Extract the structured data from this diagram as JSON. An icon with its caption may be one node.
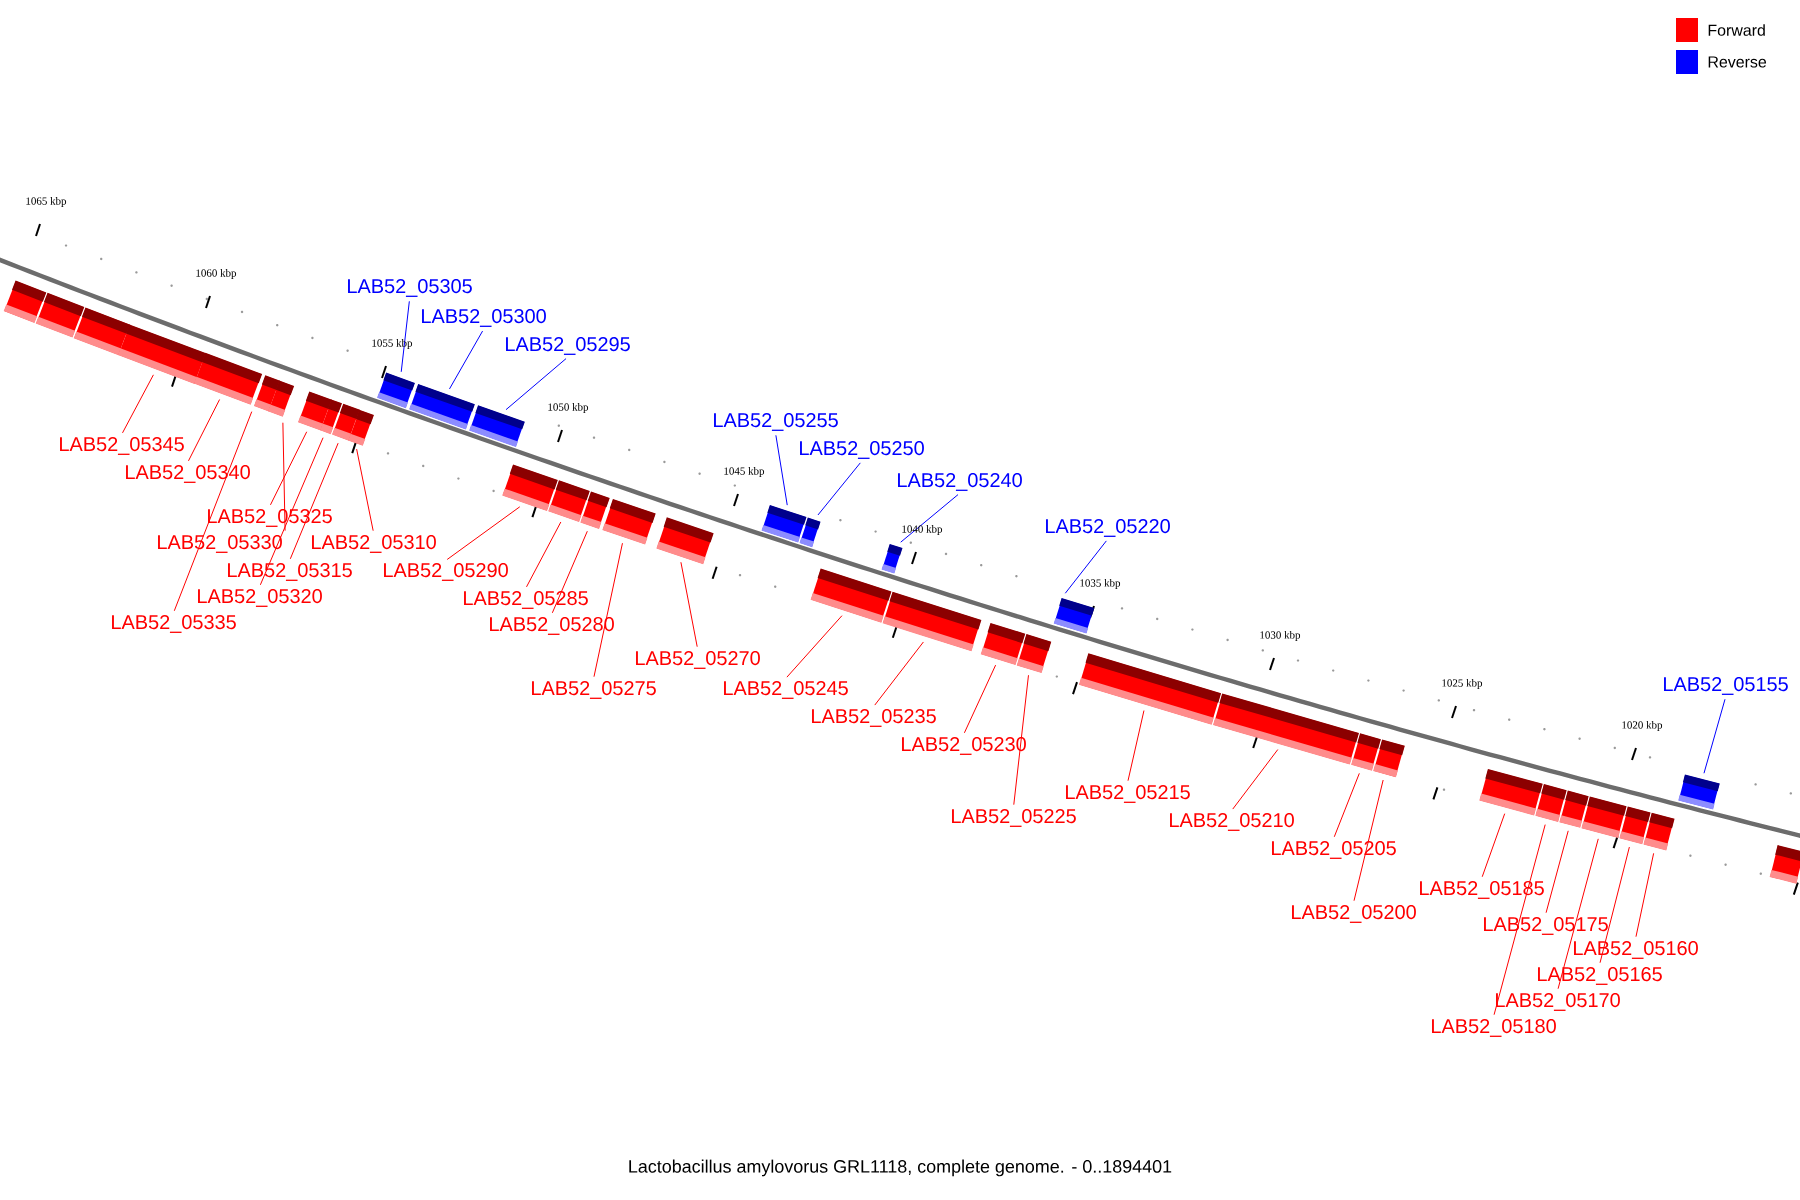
{
  "diagram": {
    "caption": "Lactobacillus amylovorus GRL1118, complete genome. - 0..1894401",
    "nodes": [
      {
        "text": [],
        "shape": "box"
      },
      {
        "text": [],
        "shape": "box"
      },
      {
        "text": [],
        "shape": "box"
      },
      {
        "text": [],
        "shape": "box"
      },
      {
        "text": [],
        "shape": "box"
      },
      {
        "text": [],
        "shape": "box"
      },
      {
        "text": [],
        "shape": "box"
      },
      {
        "text": [],
        "shape": "box"
      },
      {
        "text": [],
        "shape": "box"
      },
      {
        "text": [],
        "shape": "box"
      },
      {
        "text": [],
        "shape": "box"
      },
      {
        "text": [],
        "shape": "box"
      },
      {
        "text": [],
        "shape": "box"
      },
      {
        "text": [],
        "shape": "box"
      },
      {
        "text": [],
        "shape": "box"
      },
      {
        "text": [],
        "shape": "box"
      },
      {
        "text": [],
        "shape": "box"
      },
      {
        "text": [],
        "shape": "box"
      },
      {
        "text": [],
        "shape": "box"
      },
      {
        "text": [],
        "shape": "box"
      },
      {
        "text": [],
        "shape": "box"
      },
      {
        "text": [],
        "shape": "box"
      },
      {
        "text": [],
        "shape": "box"
      },
      {
        "text": [],
        "shape": "box"
      },
      {
        "text": [],
        "shape": "box"
      },
      {
        "text": [],
        "shape": "box"
      },
      {
        "text": [],
        "shape": "box"
      },
      {
        "text": [],
        "shape": "box"
      },
      {
        "text": [],
        "shape": "box"
      },
      {
        "text": [],
        "shape": "box"
      },
      {
        "text": [],
        "shape": "box"
      },
      {
        "text": [],
        "shape": "box"
      },
      {
        "text": [],
        "shape": "box"
      },
      {
        "text": [],
        "shape": "box"
      },
      {
        "text": [],
        "shape": "box"
      },
      {
        "text": [],
        "shape": "box"
      },
      {
        "text": [],
        "shape": "box"
      },
      {
        "text": [],
        "shape": "box"
      },
      {
        "text": [],
        "shape": "box"
      },
      {
        "text": [
          "LAB52_05305"
        ]
      },
      {
        "text": [
          "LAB52_05300"
        ]
      },
      {
        "text": [
          "LAB52_05295"
        ]
      },
      {
        "text": [
          "LAB52_05255"
        ]
      },
      {
        "text": [
          "LAB52_05345"
        ]
      },
      {
        "text": [
          "LAB52_05250"
        ]
      },
      {
        "text": [
          "LAB52_05340"
        ]
      },
      {
        "text": [
          "LAB52_05240"
        ]
      },
      {
        "text": [
          "LAB52_05325"
        ]
      },
      {
        "text": [
          "LAB52_05220"
        ]
      },
      {
        "text": [
          "LAB52_05330"
        ]
      },
      {
        "text": [
          "LAB52_05310"
        ]
      },
      {
        "text": [
          "LAB52_05315"
        ]
      },
      {
        "text": [
          "LAB52_05290"
        ]
      },
      {
        "text": [
          "LAB52_05320"
        ]
      },
      {
        "text": [
          "LAB52_05285"
        ]
      },
      {
        "text": [
          "LAB52_05335"
        ]
      },
      {
        "text": [
          "LAB52_05280"
        ]
      },
      {
        "text": [
          "LAB52_05270"
        ]
      },
      {
        "text": [
          "LAB52_05155"
        ]
      },
      {
        "text": [
          "LAB52_05275"
        ]
      },
      {
        "text": [
          "LAB52_05245"
        ]
      },
      {
        "text": [
          "LAB52_05235"
        ]
      },
      {
        "text": [
          "LAB52_05230"
        ]
      },
      {
        "text": [
          "LAB52_05215"
        ]
      },
      {
        "text": [
          "LAB52_05225"
        ]
      },
      {
        "text": [
          "LAB52_05210"
        ]
      },
      {
        "text": [
          "LAB52_05205"
        ]
      },
      {
        "text": [
          "LAB52_05185"
        ]
      },
      {
        "text": [
          "LAB52_05200"
        ]
      },
      {
        "text": [
          "LAB52_05175"
        ]
      },
      {
        "text": [
          "LAB52_05160"
        ]
      },
      {
        "text": [
          "LAB52_05165"
        ]
      },
      {
        "text": [
          "LAB52_05170"
        ]
      },
      {
        "text": [
          "LAB52_05180"
        ]
      }
    ],
    "edges": [
      {
        "from": 39,
        "to": 11,
        "arrow": "none",
        "color": "#0000ff"
      },
      {
        "from": 40,
        "to": 12,
        "arrow": "none",
        "color": "#0000ff"
      },
      {
        "from": 41,
        "to": 13,
        "arrow": "none",
        "color": "#0000ff"
      },
      {
        "from": 42,
        "to": 19,
        "arrow": "none",
        "color": "#0000ff"
      },
      {
        "from": 43,
        "to": 3,
        "arrow": "none"
      },
      {
        "from": 44,
        "to": 20,
        "arrow": "none",
        "color": "#0000ff"
      },
      {
        "from": 45,
        "to": 4,
        "arrow": "none"
      },
      {
        "from": 46,
        "to": 22,
        "arrow": "none",
        "color": "#0000ff"
      },
      {
        "from": 47,
        "to": 7,
        "arrow": "none"
      },
      {
        "from": 48,
        "to": 26,
        "arrow": "none",
        "color": "#0000ff"
      },
      {
        "from": 49,
        "to": 6,
        "arrow": "none"
      },
      {
        "from": 50,
        "to": 10,
        "arrow": "none"
      },
      {
        "from": 51,
        "to": 9,
        "arrow": "none"
      },
      {
        "from": 52,
        "to": 14,
        "arrow": "none"
      },
      {
        "from": 53,
        "to": 8,
        "arrow": "none"
      },
      {
        "from": 54,
        "to": 15,
        "arrow": "none"
      },
      {
        "from": 55,
        "to": 5,
        "arrow": "none"
      },
      {
        "from": 56,
        "to": 16,
        "arrow": "none"
      },
      {
        "from": 57,
        "to": 18,
        "arrow": "none"
      },
      {
        "from": 58,
        "to": 37,
        "arrow": "none",
        "color": "#0000ff"
      },
      {
        "from": 59,
        "to": 17,
        "arrow": "none"
      },
      {
        "from": 60,
        "to": 21,
        "arrow": "none"
      },
      {
        "from": 61,
        "to": 23,
        "arrow": "none"
      },
      {
        "from": 62,
        "to": 24,
        "arrow": "none"
      },
      {
        "from": 63,
        "to": 27,
        "arrow": "none"
      },
      {
        "from": 64,
        "to": 25,
        "arrow": "none"
      },
      {
        "from": 65,
        "to": 28,
        "arrow": "none"
      },
      {
        "from": 66,
        "to": 29,
        "arrow": "none"
      },
      {
        "from": 67,
        "to": 31,
        "arrow": "none"
      },
      {
        "from": 68,
        "to": 30,
        "arrow": "none"
      },
      {
        "from": 69,
        "to": 33,
        "arrow": "none"
      },
      {
        "from": 70,
        "to": 36,
        "arrow": "none"
      },
      {
        "from": 71,
        "to": 35,
        "arrow": "none"
      },
      {
        "from": 72,
        "to": 34,
        "arrow": "none"
      },
      {
        "from": 73,
        "to": 32,
        "arrow": "none"
      }
    ],
    "labels": [
      "1065 kbp",
      "1060 kbp",
      "1055 kbp",
      "1050 kbp",
      "1045 kbp",
      "1040 kbp",
      "1035 kbp",
      "1030 kbp",
      "1025 kbp",
      "1020 kbp"
    ],
    "legend": [
      {
        "text": "Forward",
        "color": "#ff0000"
      },
      {
        "text": "Reverse",
        "color": "#0000ff"
      }
    ]
  }
}
